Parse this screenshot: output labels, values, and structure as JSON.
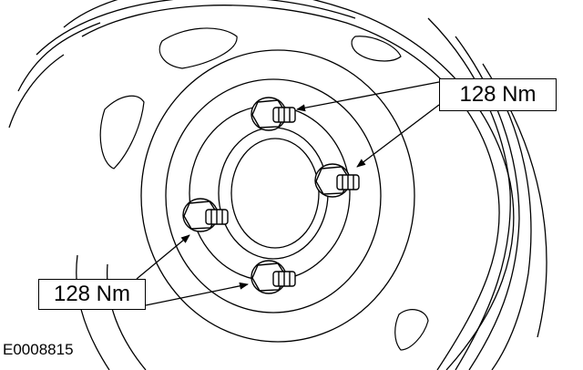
{
  "figure": {
    "id": "E0008815",
    "line_color": "#000000",
    "background": "#ffffff"
  },
  "callouts": {
    "top": {
      "text": "128 Nm"
    },
    "bottom": {
      "text": "128 Nm"
    }
  }
}
